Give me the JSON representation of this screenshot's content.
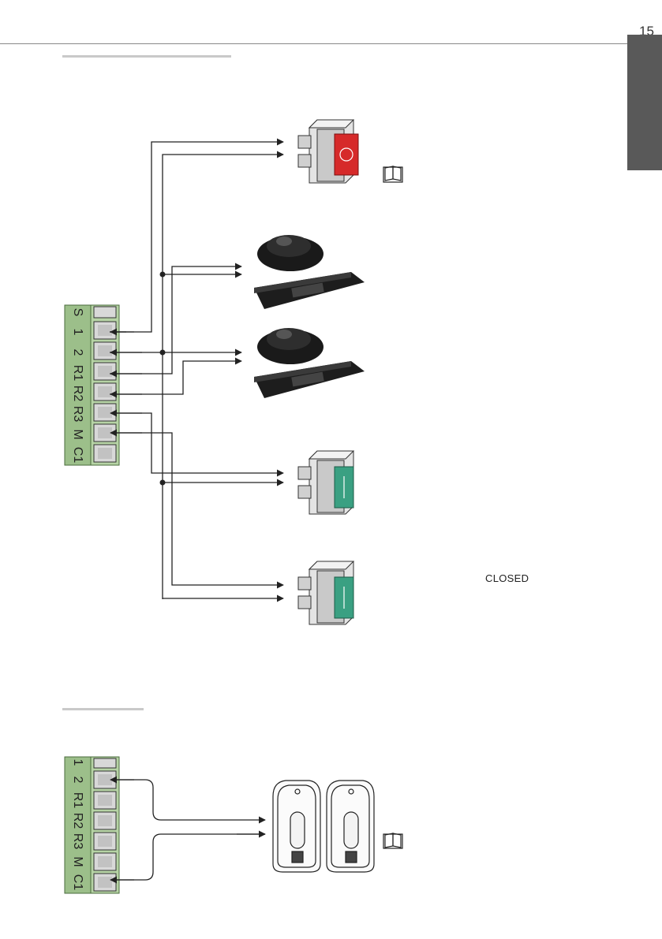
{
  "page": {
    "number": "15"
  },
  "section1": {
    "terminals": [
      "S",
      "1",
      "2",
      "R1",
      "R2",
      "R3",
      "M",
      "C1"
    ]
  },
  "section2": {
    "terminals": [
      "1",
      "2",
      "R1",
      "R2",
      "R3",
      "M",
      "C1"
    ]
  },
  "labels": {
    "closed": "CLOSED"
  },
  "icons": {
    "manual": "book-icon",
    "stop": "stop-button-icon",
    "photocell": "photocell-icon",
    "push_button": "push-button-icon",
    "keypad": "keypad-icon"
  },
  "colors": {
    "terminal_block": "#9cbf8a",
    "stop_button": "#d62a2a",
    "green_button": "#3aa082",
    "lang_tab": "#595959"
  }
}
